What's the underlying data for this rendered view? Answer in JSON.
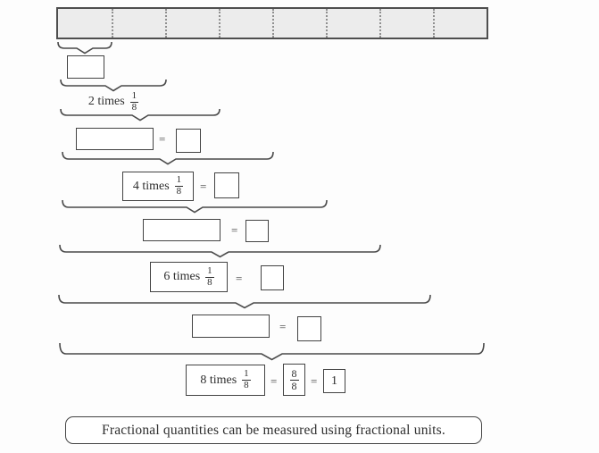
{
  "colors": {
    "bar_fill": "#ececec",
    "bar_border": "#4e4e4e",
    "line": "#4a4a4a",
    "text": "#2e2e2e"
  },
  "unit_bar": {
    "segments": 8
  },
  "equals": "=",
  "expressions": {
    "exp2": {
      "prefix": "2 times",
      "num": "1",
      "den": "8"
    },
    "exp4": {
      "prefix": "4 times",
      "num": "1",
      "den": "8"
    },
    "exp6": {
      "prefix": "6 times",
      "num": "1",
      "den": "8"
    },
    "exp8": {
      "prefix": "8 times",
      "num": "1",
      "den": "8"
    }
  },
  "result": {
    "frac_num": "8",
    "frac_den": "8",
    "whole": "1"
  },
  "conclusion": "Fractional quantities can be measured using fractional units."
}
